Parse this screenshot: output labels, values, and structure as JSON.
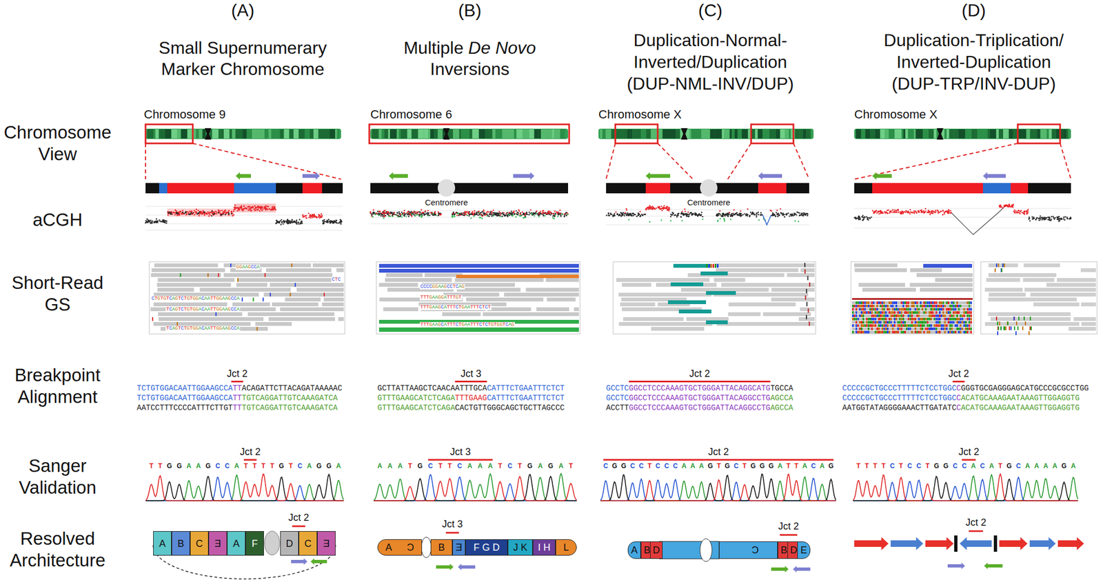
{
  "diagram": {
    "nodes": [
      {
        "text": [
          "A"
        ]
      },
      {
        "text": [
          "B"
        ]
      },
      {
        "text": [
          "C"
        ]
      },
      {
        "text": [
          "Ǝ"
        ]
      },
      {
        "text": [
          "A"
        ]
      },
      {
        "text": [
          "F"
        ]
      },
      {
        "text": [
          "D"
        ]
      },
      {
        "text": [
          "C"
        ]
      },
      {
        "text": [
          "Ǝ"
        ]
      },
      {
        "text": [
          "A",
          "Ɔ"
        ]
      },
      {
        "text": [
          "B"
        ]
      },
      {
        "text": [
          "Ǝ"
        ]
      },
      {
        "text": [
          "F G D"
        ]
      },
      {
        "text": [
          "J K"
        ]
      },
      {
        "text": [
          "I H"
        ]
      },
      {
        "text": [
          "L"
        ]
      },
      {
        "text": [
          "A"
        ]
      },
      {
        "text": [
          "B"
        ]
      },
      {
        "text": [
          "D"
        ]
      },
      {
        "text": [
          "Ɔ"
        ]
      },
      {
        "text": [
          "B"
        ]
      },
      {
        "text": [
          "D"
        ]
      },
      {
        "text": [
          "E"
        ]
      }
    ],
    "labels": [
      "(A)",
      "Small Supernumerary Marker Chromosome",
      "(B)",
      "Multiple De Novo Inversions",
      "(C)",
      "Duplication-Normal-Inverted/Duplication (DUP-NML-INV/DUP)",
      "(D)",
      "Duplication-Triplication/ Inverted-Duplication (DUP-TRP/INV-DUP)",
      "Chromosome View",
      "aCGH",
      "Short-Read GS",
      "Breakpoint Alignment",
      "Sanger Validation",
      "Resolved Architecture",
      "Chromosome 9",
      "Chromosome 6",
      "Chromosome X",
      "Chromosome X",
      "Centromere",
      "Centromere",
      "GGAAGCCA",
      "CTC",
      "CTGTGTCAGTCTGTGGACAATTGGAAGCCA",
      "TCAGTCTGTGGACAATTGGAAGCCA",
      "TCAGTCTGTGGACAATTGGAAGCCA",
      "CCCCGGAAGCCTCAG",
      "TTTGAAGGATTTGT",
      "TTTGAAGCATTTCTGAATTTCTCT",
      "TTTGAAGCATTTCTGAATTTCTCTGTGGTCAG",
      "Jct 2",
      "TCTGTGGACAATTGGAAGCCATTACAGATTCTTACAGATAAAAAC",
      "TCTGTGGACAATTGGAAGCCATTTGTCAGGATTGTCAAAGATCA",
      "AATCCTTTCCCCATTTCTTGTTTTGTCAGGATTGTCAAAGATCA",
      "Jct 3",
      "GCTTATTAAGCTCAACAATTTGCACATTTCTGAATTTCTCT",
      "GTTTGAAGCATCTCAGATTTGAAGCATTTCTGAATTTCTCT",
      "GTTTGAAGCATCTCAGACACTGTTGGGCAGCTGCTTAGCCC",
      "Jct 2",
      "GCCTCGGCCTCCCAAAGTGCTGGGATTACAGGCATGTGCCA",
      "GCCTCGGCCTCCCAAAGTGCTGGGATTACAGGCCTGAGCCA",
      "ACCTTGGCCTCCCAAAGTGCTGGGATTACAGGCCTGAGCCA",
      "Jct 2",
      "CCCCCGCTGCCCTTTTTCTCCTGGCCGGGTGCGAGGGAGCATGCCCGCGCCTGG",
      "CCCCCGCTGCCCTTTTTCTCCTGGCCACATGCAAAGAATAAAGTTGGAGGTG",
      "AATGGTATAGGGGAAACTTGATATCCACATGCAAAGAATAAAGTTGGAGGTG",
      "Jct 2",
      "TTGGAAGCCATTTTGTCAGGA",
      "Jct 3",
      "AAATGCTTCAAATCTGAGAT",
      "Jct 2",
      "CGGCCTCCCAAAGTGCTGGGATTACAG",
      "Jct 2",
      "TTTTCTCCTGGCCACATGCAAAAGA",
      "Jct 2",
      "Jct 3",
      "Jct 2",
      "Jct 2"
    ]
  }
}
